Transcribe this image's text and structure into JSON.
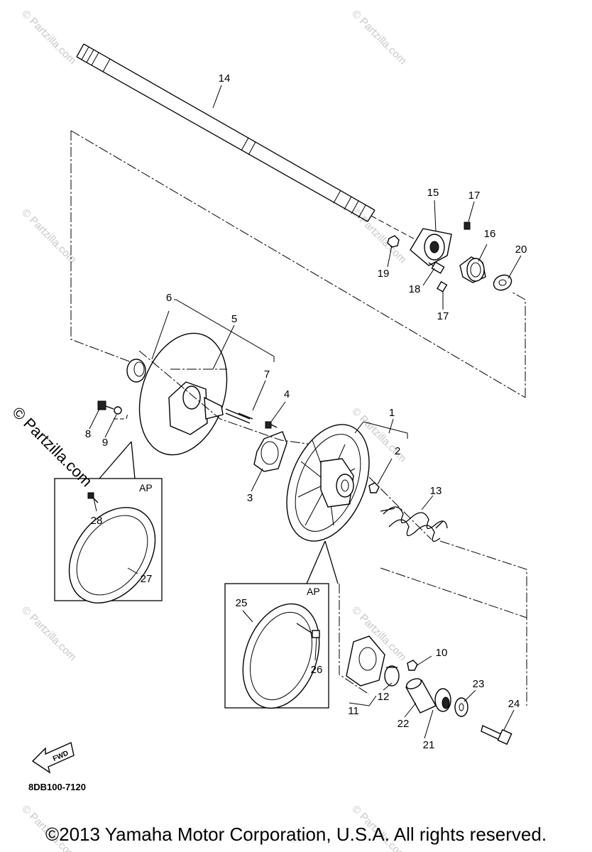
{
  "watermark": "© Partzilla.com",
  "watermark_large": "© Partzilla.com",
  "part_code": "8DB100-7120",
  "fwd_label": "FWD",
  "ap_label": "AP",
  "copyright": "©2013  Yamaha Motor Corporation, U.S.A. All rights reserved.",
  "callouts": {
    "c1": "1",
    "c2": "2",
    "c3": "3",
    "c4": "4",
    "c5": "5",
    "c6": "6",
    "c7": "7",
    "c8": "8",
    "c9": "9",
    "c10": "10",
    "c11": "11",
    "c12": "12",
    "c13": "13",
    "c14": "14",
    "c15": "15",
    "c16": "16",
    "c17a": "17",
    "c17b": "17",
    "c18": "18",
    "c19": "19",
    "c20": "20",
    "c21": "21",
    "c22": "22",
    "c23": "23",
    "c24": "24",
    "c25": "25",
    "c26": "26",
    "c27": "27",
    "c28": "28"
  }
}
